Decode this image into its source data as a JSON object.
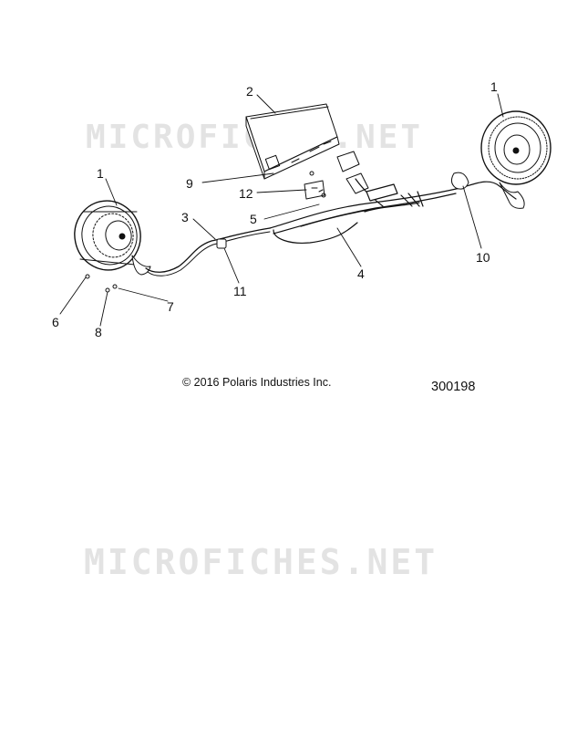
{
  "watermark": {
    "text": "MICROFICHES.NET"
  },
  "callouts": [
    "1",
    "2",
    "1",
    "9",
    "12",
    "3",
    "5",
    "10",
    "4",
    "11",
    "7",
    "6",
    "8"
  ],
  "copyright": "© 2016 Polaris Industries Inc.",
  "part_number": "300198",
  "colors": {
    "line": "#111111",
    "watermark": "#e3e3e3",
    "background": "#ffffff"
  }
}
